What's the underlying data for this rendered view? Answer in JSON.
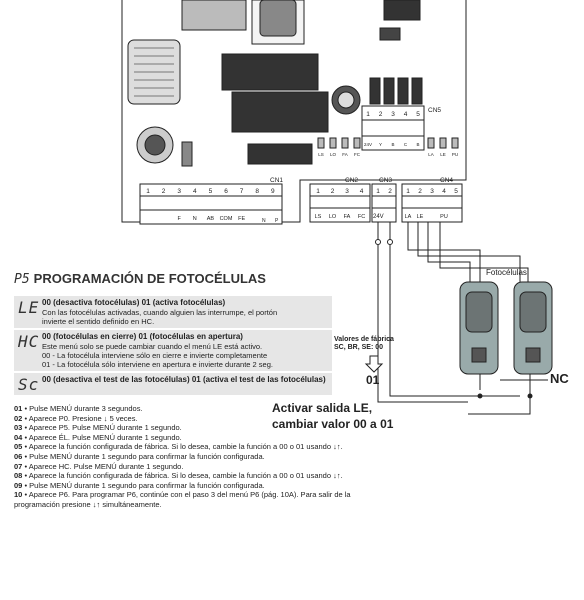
{
  "board": {
    "cn1_label": "CN1",
    "cn1_pins": [
      "1",
      "2",
      "3",
      "4",
      "5",
      "6",
      "7",
      "8",
      "9"
    ],
    "cn1_terms": [
      "",
      "",
      "F",
      "N",
      "AB",
      "COM",
      "FE",
      "",
      ""
    ],
    "cn1_np_n": "N",
    "cn1_np_p": "P",
    "cn2_label": "CN2",
    "cn2_pins": [
      "1",
      "2",
      "3",
      "4"
    ],
    "cn2_terms": [
      "LS",
      "LO",
      "FA",
      "FC"
    ],
    "cn3_label": "CN3",
    "cn3_pins": [
      "1",
      "2"
    ],
    "cn3_terms": "24V",
    "cn4_label": "CN4",
    "cn4_pins": [
      "1",
      "2",
      "3",
      "4",
      "5"
    ],
    "cn4_terms": [
      "LA",
      "LE",
      "",
      "PU",
      ""
    ],
    "cn5_label": "CN5",
    "cn5_pins": [
      "1",
      "2",
      "3",
      "4",
      "5"
    ],
    "cn5_terms": [
      "24V",
      "Y",
      "B",
      "C",
      "B"
    ],
    "led_left": [
      "LS",
      "LO",
      "FA",
      "FC"
    ],
    "led_right": [
      "LA",
      "LE",
      "PU"
    ]
  },
  "photocells": {
    "label": "Fotocélulas",
    "nc_label": "NC"
  },
  "section": {
    "code": "P5",
    "title": "PROGRAMACIÓN DE FOTOCÉLULAS"
  },
  "menus": [
    {
      "code": "LE",
      "title": "00 (desactiva fotocélulas) 01 (activa fotocélulas)",
      "desc": [
        "Con las fotocélulas activadas, cuando alguien las interrumpe, el portón",
        "invierte el sentido definido en HC."
      ]
    },
    {
      "code": "HC",
      "title": "00 (fotocélulas en cierre) 01 (fotocélulas en apertura)",
      "desc": [
        "Este menú solo se puede cambiar cuando el menú LE está activo.",
        "00 - La fotocélula interviene sólo en cierre e invierte completamente",
        "01 - La fotocélula sólo interviene en apertura e invierte durante 2 seg."
      ]
    },
    {
      "code": "Sc",
      "title": "00 (desactiva el test de las fotocélulas) 01 (activa el test de las fotocélulas)",
      "desc": []
    }
  ],
  "factory": {
    "label": "Valores de fábrica",
    "models": "SC, BR, SE: 00",
    "value": "01"
  },
  "note": [
    "Activar salida LE,",
    "cambiar valor 00 a 01"
  ],
  "steps": [
    {
      "n": "01",
      "text": "• Pulse MENÚ durante 3 segundos."
    },
    {
      "n": "02",
      "text": "• Aparece P0. Presione ↓ 5 veces."
    },
    {
      "n": "03",
      "text": "• Aparece P5. Pulse MENÚ durante 1 segundo."
    },
    {
      "n": "04",
      "text": "• Aparece ÉL. Pulse MENÚ durante 1 segundo."
    },
    {
      "n": "05",
      "text": "• Aparece la función configurada de fábrica. Si lo desea, cambie la función a 00 o 01 usando ↓↑."
    },
    {
      "n": "06",
      "text": "• Pulse MENÚ durante 1 segundo para confirmar la función configurada."
    },
    {
      "n": "07",
      "text": "• Aparece HC. Pulse MENÚ durante 1 segundo."
    },
    {
      "n": "08",
      "text": "• Aparece la función configurada de fábrica. Si lo desea, cambie la función a 00 o 01 usando ↓↑."
    },
    {
      "n": "09",
      "text": "• Pulse MENÚ durante 1 segundo para confirmar la función configurada."
    },
    {
      "n": "10",
      "text": "• Aparece P6. Para programar P6, continúe con el paso 3 del menú P6 (pág. 10A). Para salir de la"
    },
    {
      "n": "",
      "text": "programación presione ↓↑ simultáneamente."
    }
  ]
}
